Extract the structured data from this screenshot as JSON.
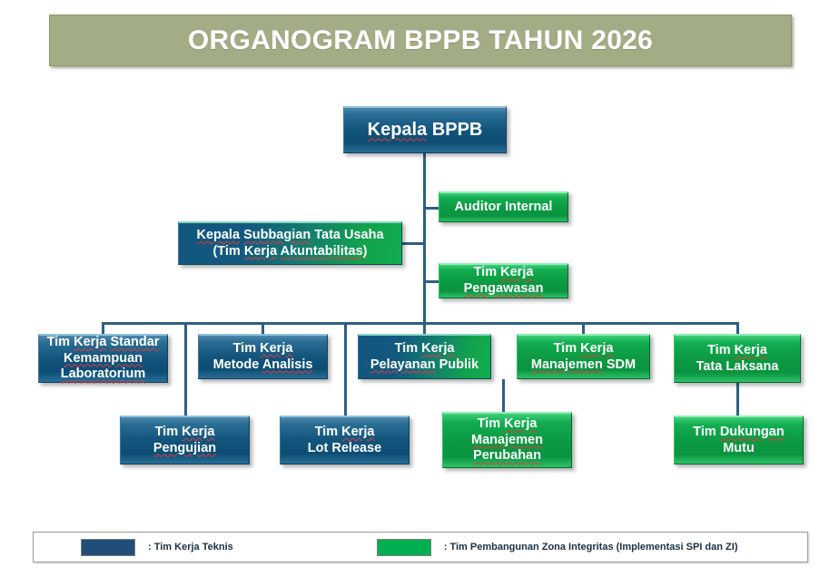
{
  "title": "ORGANOGRAM BPPB TAHUN 2026",
  "theme": {
    "banner_bg": "#a3ad85",
    "banner_text": "#ffffff",
    "blue": "#13557c",
    "green": "#0c9a42",
    "legend_navy": "#1f4e79",
    "legend_green": "#00b050",
    "connector": "#2d5f82"
  },
  "nodes": {
    "kepala": {
      "label": "Kepala BPPB",
      "type": "blue"
    },
    "auditor": {
      "label": "Auditor Internal",
      "type": "green"
    },
    "tata_usaha": {
      "label": "Kepala Subbagian Tata Usaha\n(Tim Kerja Akuntabilitas)",
      "type": "hybrid"
    },
    "pengawasan": {
      "label": "Tim Kerja\nPengawasan",
      "type": "green"
    },
    "standar_lab": {
      "label": "Tim Kerja Standar\nKemampuan\nLaboratorium",
      "type": "blue"
    },
    "metode": {
      "label": "Tim Kerja\nMetode Analisis",
      "type": "blue"
    },
    "pelayanan": {
      "label": "Tim Kerja\nPelayanan Publik",
      "type": "hybrid"
    },
    "sdm": {
      "label": "Tim Kerja\nManajemen SDM",
      "type": "green"
    },
    "tata_laksana": {
      "label": "Tim Kerja\nTata Laksana",
      "type": "green"
    },
    "pengujian": {
      "label": "Tim Kerja\nPengujian",
      "type": "blue"
    },
    "lot_release": {
      "label": "Tim Kerja\nLot Release",
      "type": "blue"
    },
    "perubahan": {
      "label": "Tim Kerja\nManajemen\nPerubahan",
      "type": "green"
    },
    "dukungan_mutu": {
      "label": "Tim Dukungan\nMutu",
      "type": "green"
    }
  },
  "legend": {
    "items": [
      {
        "swatch": "navy",
        "label": ": Tim Kerja Teknis"
      },
      {
        "swatch": "green",
        "label": ": Tim Pembangunan Zona Integritas (Implementasi SPI dan ZI)"
      }
    ]
  }
}
